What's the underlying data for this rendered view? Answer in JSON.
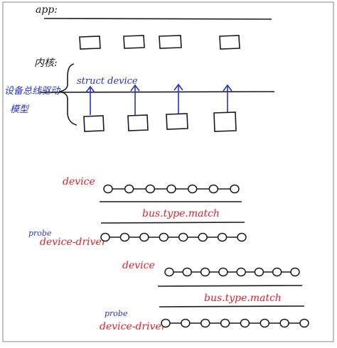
{
  "colors": {
    "ink": "#1a1a1a",
    "blue": "#2633c8",
    "red": "#e0202a",
    "frame": "#8a8a8a"
  },
  "labels": {
    "app": "app:",
    "kernel": "内核:",
    "model_line1": "设备总线驱动",
    "model_line2": "模型",
    "struct_device": "struct device",
    "device_1": "device",
    "match_1": "bus.type.match",
    "probe_1": "probe",
    "device_driver_1": "device-driver",
    "device_2": "device",
    "match_2": "bus.type.match",
    "probe_2": "probe",
    "device_driver_2": "device-driver"
  },
  "chain_counts": {
    "device_1": 7,
    "driver_1": 8,
    "device_2": 8,
    "driver_2": 8
  }
}
